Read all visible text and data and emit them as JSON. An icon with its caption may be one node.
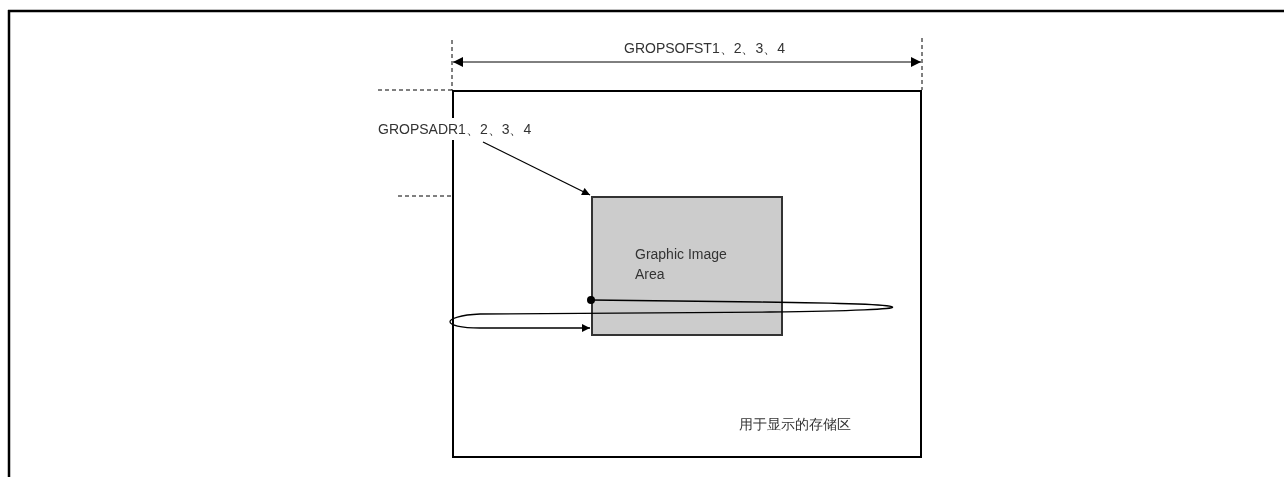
{
  "diagram": {
    "nodes": [
      {
        "text": [
          "用于显示的存储区"
        ]
      },
      {
        "text": [
          "GROPSADR1、2、3、4"
        ]
      },
      {
        "text": [
          "Graphic Image Area"
        ],
        "in": 0
      }
    ],
    "edges": [
      {
        "from": 1,
        "to": 2,
        "arrow": "to"
      },
      {
        "from": 2,
        "to": 2,
        "arrow": "to"
      }
    ],
    "labels": [
      "GROPSOFST1、2、3、4"
    ]
  }
}
